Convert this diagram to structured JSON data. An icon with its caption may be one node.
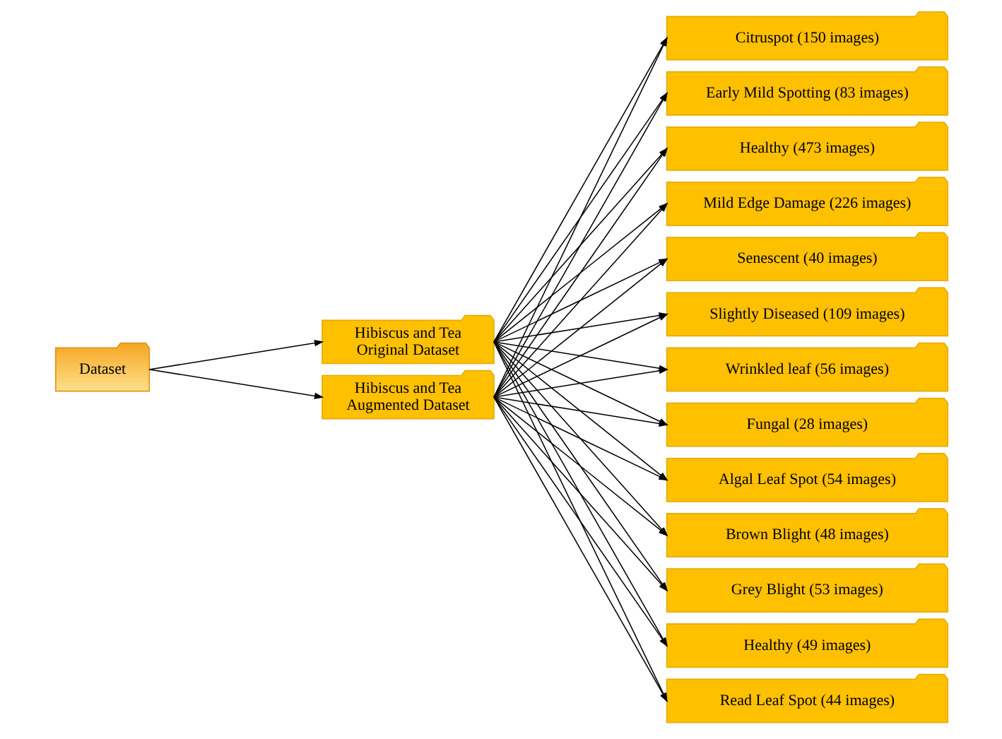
{
  "diagram": {
    "nodes": [
      {
        "text": [
          "Dataset"
        ]
      },
      {
        "text": [
          "Hibiscus and Tea Original Dataset"
        ]
      },
      {
        "text": [
          "Hibiscus and Tea Augmented Dataset"
        ]
      },
      {
        "text": [
          "Citruspot (150 images)"
        ]
      },
      {
        "text": [
          "Early Mild Spotting (83 images)"
        ]
      },
      {
        "text": [
          "Healthy (473 images)"
        ]
      },
      {
        "text": [
          "Mild Edge Damage (226 images)"
        ]
      },
      {
        "text": [
          "Senescent (40 images)"
        ]
      },
      {
        "text": [
          "Slightly Diseased (109 images)"
        ]
      },
      {
        "text": [
          "Wrinkled leaf (56 images)"
        ]
      },
      {
        "text": [
          "Fungal (28 images)"
        ]
      },
      {
        "text": [
          "Algal Leaf Spot (54 images)"
        ]
      },
      {
        "text": [
          "Brown Blight (48 images)"
        ]
      },
      {
        "text": [
          "Grey Blight (53 images)"
        ]
      },
      {
        "text": [
          "Healthy (49 images)"
        ]
      },
      {
        "text": [
          "Read Leaf Spot (44 images)"
        ]
      }
    ],
    "edges": [
      {
        "from": 0,
        "to": 1,
        "arrow": "to"
      },
      {
        "from": 0,
        "to": 2,
        "arrow": "to"
      },
      {
        "from": 1,
        "to": 3,
        "arrow": "to"
      },
      {
        "from": 1,
        "to": 4,
        "arrow": "to"
      },
      {
        "from": 1,
        "to": 5,
        "arrow": "to"
      },
      {
        "from": 1,
        "to": 6,
        "arrow": "to"
      },
      {
        "from": 1,
        "to": 7,
        "arrow": "to"
      },
      {
        "from": 1,
        "to": 8,
        "arrow": "to"
      },
      {
        "from": 1,
        "to": 9,
        "arrow": "to"
      },
      {
        "from": 1,
        "to": 10,
        "arrow": "to"
      },
      {
        "from": 1,
        "to": 11,
        "arrow": "to"
      },
      {
        "from": 1,
        "to": 12,
        "arrow": "to"
      },
      {
        "from": 1,
        "to": 13,
        "arrow": "to"
      },
      {
        "from": 1,
        "to": 14,
        "arrow": "to"
      },
      {
        "from": 1,
        "to": 15,
        "arrow": "to"
      },
      {
        "from": 2,
        "to": 3,
        "arrow": "to"
      },
      {
        "from": 2,
        "to": 4,
        "arrow": "to"
      },
      {
        "from": 2,
        "to": 5,
        "arrow": "to"
      },
      {
        "from": 2,
        "to": 6,
        "arrow": "to"
      },
      {
        "from": 2,
        "to": 7,
        "arrow": "to"
      },
      {
        "from": 2,
        "to": 8,
        "arrow": "to"
      },
      {
        "from": 2,
        "to": 9,
        "arrow": "to"
      },
      {
        "from": 2,
        "to": 10,
        "arrow": "to"
      },
      {
        "from": 2,
        "to": 11,
        "arrow": "to"
      },
      {
        "from": 2,
        "to": 12,
        "arrow": "to"
      },
      {
        "from": 2,
        "to": 13,
        "arrow": "to"
      },
      {
        "from": 2,
        "to": 14,
        "arrow": "to"
      },
      {
        "from": 2,
        "to": 15,
        "arrow": "to"
      }
    ]
  }
}
